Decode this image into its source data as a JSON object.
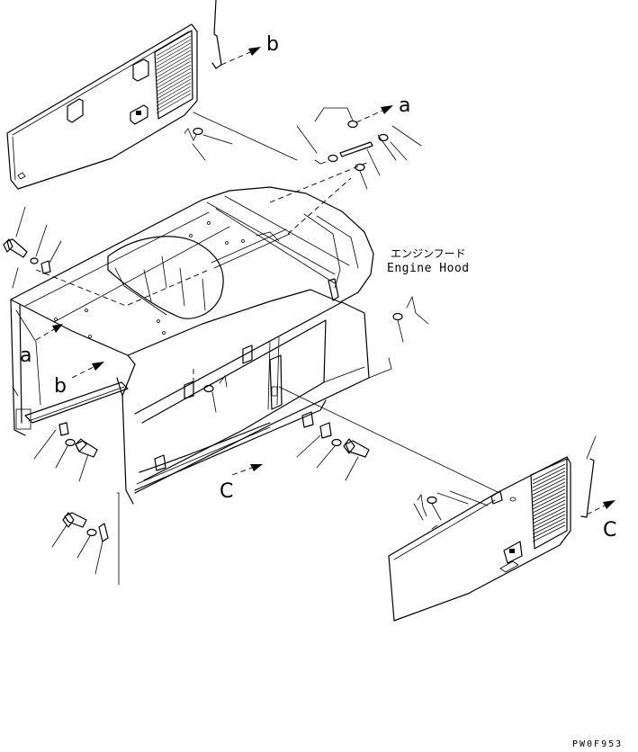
{
  "diagram": {
    "part_name_jp": "エンジンフード",
    "part_name_en": "Engine Hood",
    "drawing_code": "PW0F953",
    "ref_letters": {
      "b_top": "b",
      "a_top": "a",
      "a_left": "a",
      "b_left": "b",
      "c_bottom": "C",
      "c_right": "C"
    }
  }
}
